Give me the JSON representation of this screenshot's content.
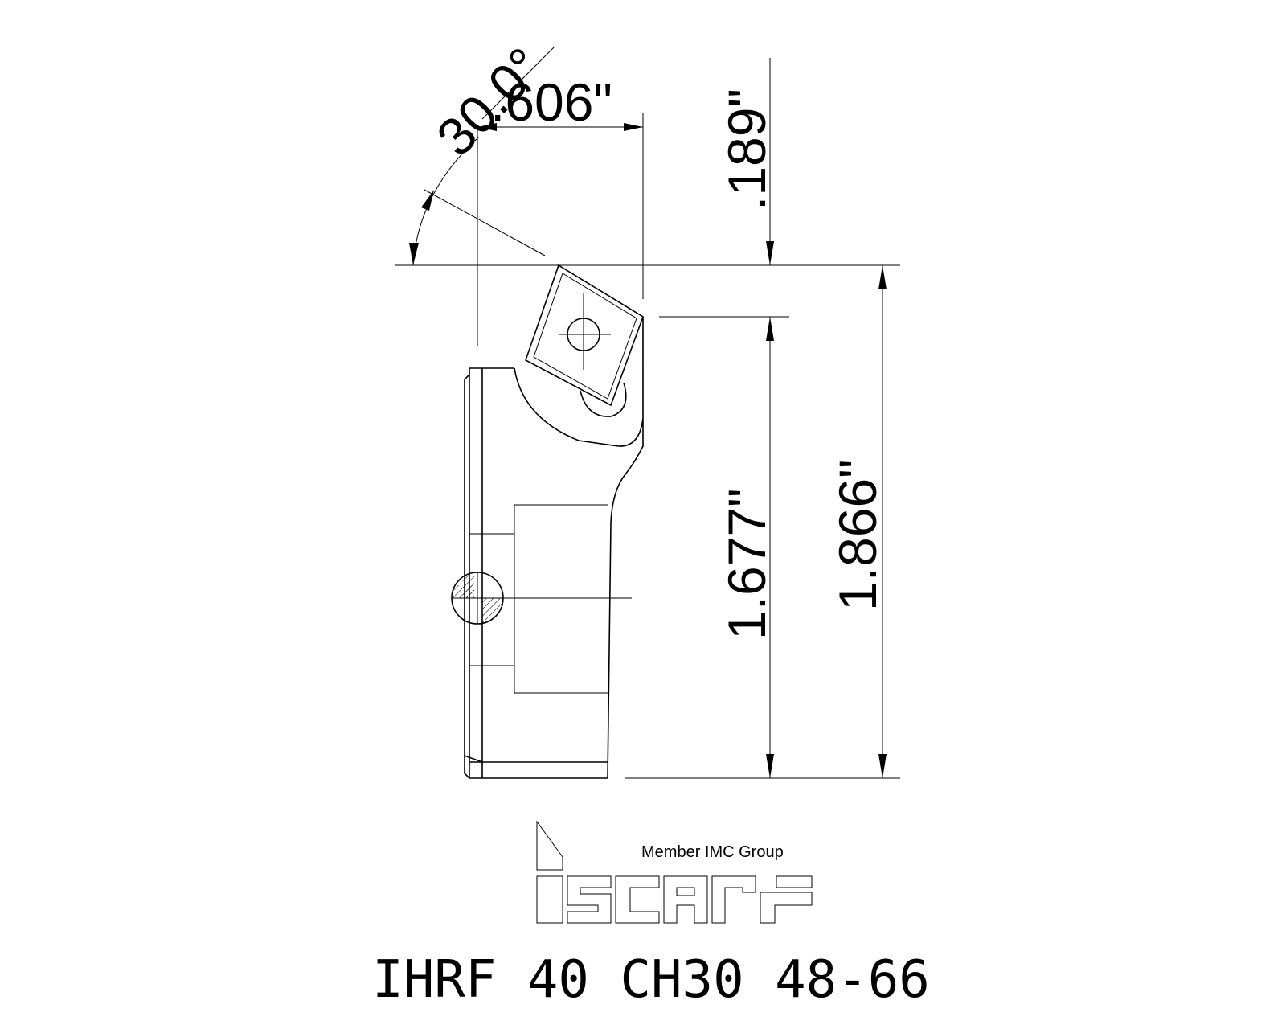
{
  "dimensions": {
    "angle": "30.0°",
    "width": ".606\"",
    "top_offset": ".189\"",
    "height_a": "1.677\"",
    "height_b": "1.866\""
  },
  "logo": {
    "tagline": "Member IMC Group",
    "wordmark": "iscar"
  },
  "part_number": "IHRF 40 CH30 48-66",
  "colors": {
    "ink": "#000000",
    "background": "#ffffff"
  },
  "icons": {
    "insert_screw": "crosshair-circle-icon",
    "section_mark": "hatched-circle-icon"
  }
}
